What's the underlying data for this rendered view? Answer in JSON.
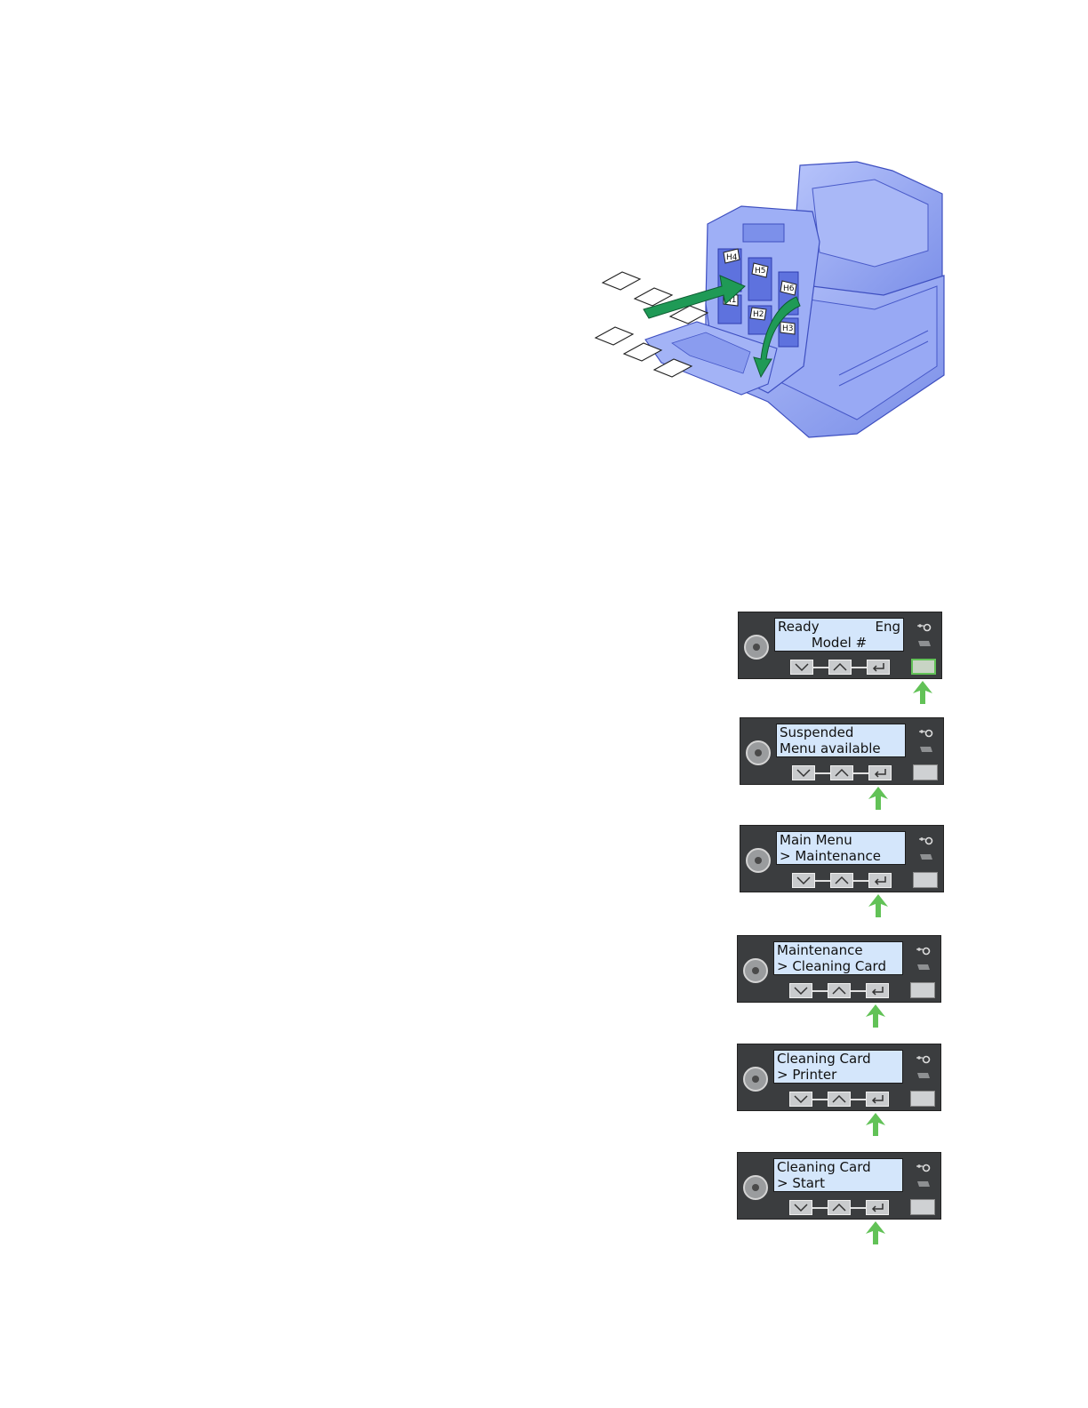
{
  "printer_figure": {
    "head_labels": [
      "H4",
      "H5",
      "H6",
      "H1",
      "H2",
      "H3"
    ],
    "colors": {
      "body": "#8aa0ee",
      "body_dark": "#4658c8",
      "arrow": "#1f9a56"
    }
  },
  "panels": [
    {
      "line1_left": "Ready",
      "line1_right": "Eng",
      "line2": "Model #",
      "arrow_target": "user-button"
    },
    {
      "line1_left": "Suspended",
      "line1_right": "",
      "line2": "Menu available",
      "arrow_target": "enter-button"
    },
    {
      "line1_left": "Main Menu",
      "line1_right": "",
      "line2": "> Maintenance",
      "arrow_target": "enter-button"
    },
    {
      "line1_left": "Maintenance",
      "line1_right": "",
      "line2": "> Cleaning Card",
      "arrow_target": "enter-button"
    },
    {
      "line1_left": "Cleaning Card",
      "line1_right": "",
      "line2": "> Printer",
      "arrow_target": "enter-button"
    },
    {
      "line1_left": "Cleaning Card",
      "line1_right": "",
      "line2": "> Start",
      "arrow_target": "enter-button"
    }
  ],
  "colors": {
    "panel": "#3b3d3f",
    "lcd": "#d4e6fb",
    "arrow": "#62c257"
  }
}
